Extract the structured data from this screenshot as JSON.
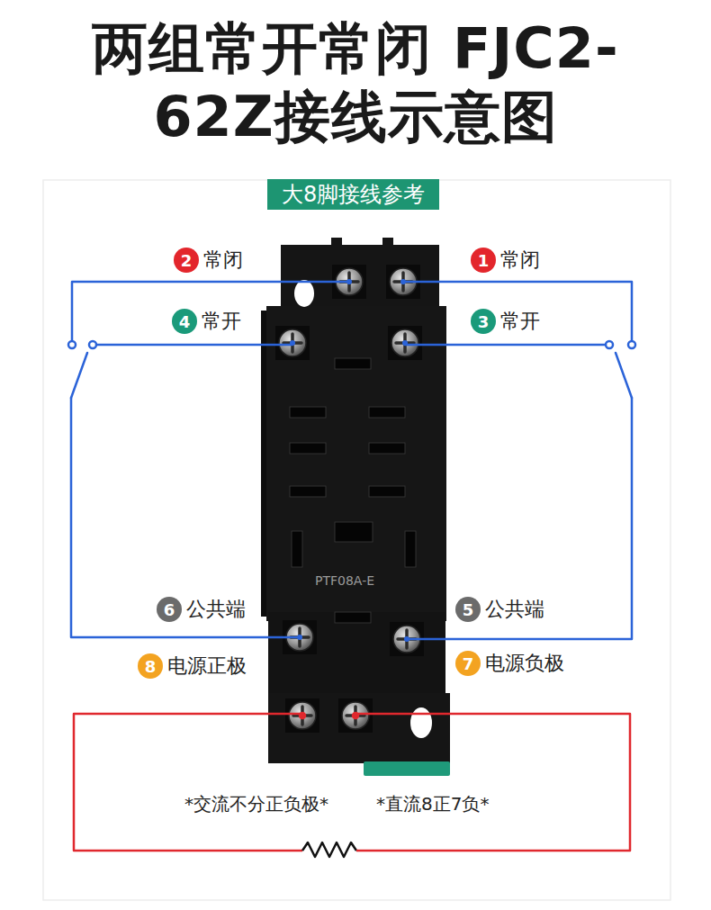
{
  "diagram": {
    "title": "两组常开常闭 FJC2-62Z接线示意图",
    "nodes": [
      {
        "text": [
          "大8脚接线参考"
        ]
      },
      {
        "text": [
          "2"
        ]
      },
      {
        "text": [
          "1"
        ]
      },
      {
        "text": [
          "4"
        ]
      },
      {
        "text": [
          "3"
        ]
      },
      {
        "text": [
          "6"
        ]
      },
      {
        "text": [
          "5"
        ]
      },
      {
        "text": [
          "8"
        ]
      },
      {
        "text": [
          "7"
        ]
      }
    ],
    "labels": [
      "常闭",
      "常闭",
      "常开",
      "常开",
      "公共端",
      "公共端",
      "电源正极",
      "电源负极",
      "PTF08A-E",
      "*交流不分正负极*",
      "*直流8正7负*"
    ]
  }
}
